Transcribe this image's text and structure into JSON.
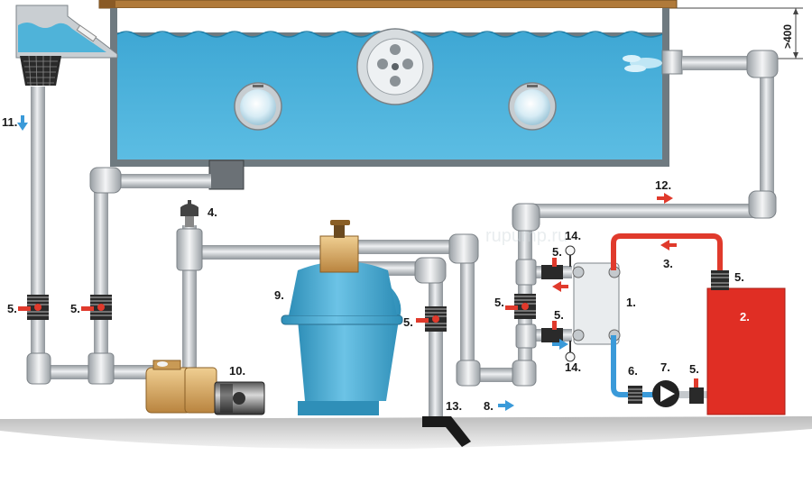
{
  "labels": {
    "heat_exchanger": "1.",
    "boiler": "2.",
    "hot_line": "3.",
    "dosing_unit": "4.",
    "valve": "5.",
    "check_valve": "6.",
    "circulation_pump": "7.",
    "return_flow": "8.",
    "sand_filter": "9.",
    "filter_pump": "10.",
    "skimmer_flow": "11.",
    "heated_return": "12.",
    "drain": "13.",
    "thermometer": "14."
  },
  "dimension": ">400",
  "watermark": "rupump.ru",
  "colors": {
    "water": "#4fb3d9",
    "pipe": "#c4c8cc",
    "hot": "#e03a2c",
    "cold": "#3a9ad9",
    "boiler": "#e02e24",
    "filter": "#4aa7cf",
    "pump_body": "#d9a860",
    "deck": "#b07a3a",
    "ground": "#e6e6e6"
  }
}
